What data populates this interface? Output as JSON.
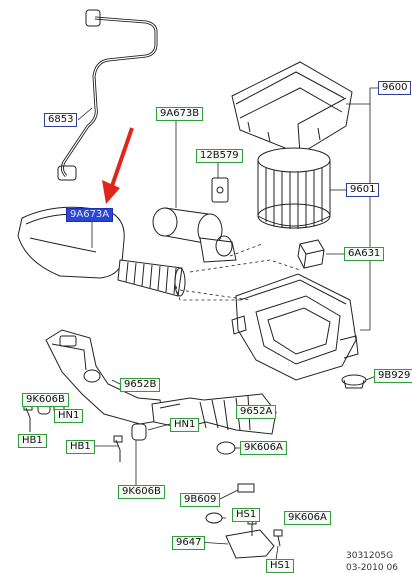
{
  "callouts": {
    "c6853": "6853",
    "c9A673B": "9A673B",
    "c12B579": "12B579",
    "c9A673A": "9A673A",
    "c9600": "9600",
    "c9601": "9601",
    "c6A631": "6A631",
    "c9B929": "9B929",
    "c9652B": "9652B",
    "c9K606B_left": "9K606B",
    "cHN1_left": "HN1",
    "cHB1_left": "HB1",
    "c9652A": "9652A",
    "cHB1_mid": "HB1",
    "cHN1_mid": "HN1",
    "c9K606B_mid": "9K606B",
    "c9K606A_1": "9K606A",
    "c9B609": "9B609",
    "cHS1_1": "HS1",
    "c9K606A_2": "9K606A",
    "c9647": "9647",
    "cHS1_2": "HS1"
  },
  "footer": {
    "code": "3031205G",
    "date": "03-2010 06"
  },
  "colors": {
    "line": "#222222",
    "green_border": "#2f9d3a",
    "blue_border": "#2d3f9c",
    "selected_fill": "#2b45d6",
    "arrow": "#e0261b"
  }
}
